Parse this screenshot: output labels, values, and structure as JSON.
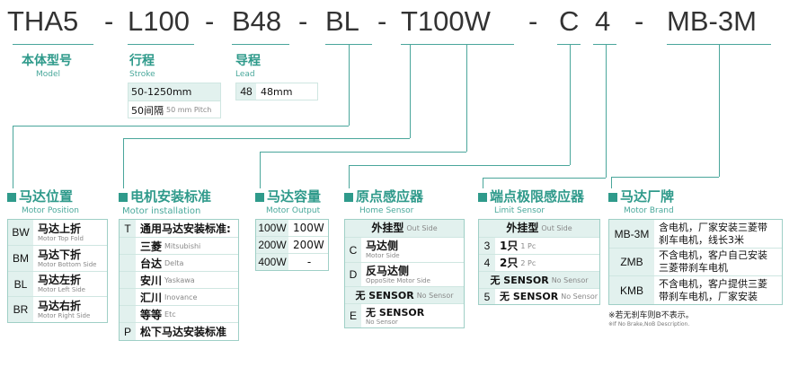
{
  "model_code": {
    "parts": [
      "THA5",
      "-",
      "L100",
      "-",
      "B48",
      "-",
      "BL",
      "-",
      "T100W",
      "-",
      "C",
      "4",
      "-",
      "MB-3M"
    ]
  },
  "model": {
    "zh": "本体型号",
    "en": "Model"
  },
  "stroke": {
    "zh": "行程",
    "en": "Stroke",
    "range": "50-1250mm",
    "pitch_main": "50间隔",
    "pitch_en": "50 mm Pitch"
  },
  "lead": {
    "zh": "导程",
    "en": "Lead",
    "code": "48",
    "value": "48mm"
  },
  "motor_position": {
    "zh": "马达位置",
    "en": "Motor Position",
    "rows": [
      {
        "code": "BW",
        "zh": "马达上折",
        "en": "Motor Top Fold"
      },
      {
        "code": "BM",
        "zh": "马达下折",
        "en": "Motor Bottom Side"
      },
      {
        "code": "BL",
        "zh": "马达左折",
        "en": "Motor Left Side"
      },
      {
        "code": "BR",
        "zh": "马达右折",
        "en": "Motor Right Side"
      }
    ]
  },
  "motor_installation": {
    "zh": "电机安装标准",
    "en": "Motor installation",
    "rows": [
      {
        "code": "T",
        "zh": "通用马达安装标准:",
        "en": ""
      },
      {
        "code": "",
        "zh": "三菱",
        "en": "Mitsubishi"
      },
      {
        "code": "",
        "zh": "台达",
        "en": "Delta"
      },
      {
        "code": "",
        "zh": "安川",
        "en": "Yaskawa"
      },
      {
        "code": "",
        "zh": "汇川",
        "en": "Inovance"
      },
      {
        "code": "",
        "zh": "等等",
        "en": "Etc"
      },
      {
        "code": "P",
        "zh": "松下马达安装标准",
        "en": ""
      }
    ]
  },
  "motor_output": {
    "zh": "马达容量",
    "en": "Motor Output",
    "rows": [
      {
        "code": "100W",
        "value": "100W"
      },
      {
        "code": "200W",
        "value": "200W"
      },
      {
        "code": "400W",
        "value": "-"
      }
    ]
  },
  "home_sensor": {
    "zh": "原点感应器",
    "en": "Home Sensor",
    "rows": [
      {
        "code": "",
        "zh": "外挂型",
        "en": "Out Side"
      },
      {
        "code": "C",
        "zh": "马达侧",
        "en": "Motor Side"
      },
      {
        "code": "D",
        "zh": "反马达侧",
        "en": "OppoSite Motor Side"
      },
      {
        "code": "",
        "zh": "无 SENSOR",
        "en": "No Sensor"
      },
      {
        "code": "E",
        "zh": "无 SENSOR",
        "en": "No Sensor"
      }
    ]
  },
  "limit_sensor": {
    "zh": "端点极限感应器",
    "en": "Limit Sensor",
    "rows": [
      {
        "code": "",
        "zh": "外挂型",
        "en": "Out Side"
      },
      {
        "code": "3",
        "zh": "1只",
        "en": "1 Pc"
      },
      {
        "code": "4",
        "zh": "2只",
        "en": "2 Pc"
      },
      {
        "code": "",
        "zh": "无 SENSOR",
        "en": "No Sensor"
      },
      {
        "code": "5",
        "zh": "无 SENSOR",
        "en": "No Sensor"
      }
    ]
  },
  "motor_brand": {
    "zh": "马达厂牌",
    "en": "Motor Brand",
    "rows": [
      {
        "code": "MB-3M",
        "text1": "含电机，厂家安装三菱带",
        "text2": "刹车电机，线长3米"
      },
      {
        "code": "ZMB",
        "text1": "不含电机，客户自己安装",
        "text2": "三菱带刹车电机"
      },
      {
        "code": "KMB",
        "text1": "不含电机，客户提供三菱",
        "text2": "带刹车电机，厂家安装"
      }
    ],
    "note_zh": "※若无刹车则B不表示。",
    "note_en": "※If No Brake,NoB Description."
  },
  "colors": {
    "accent": "#2f9a8b",
    "cell_bg": "#e2f1ee",
    "border": "#9fcfc6"
  }
}
